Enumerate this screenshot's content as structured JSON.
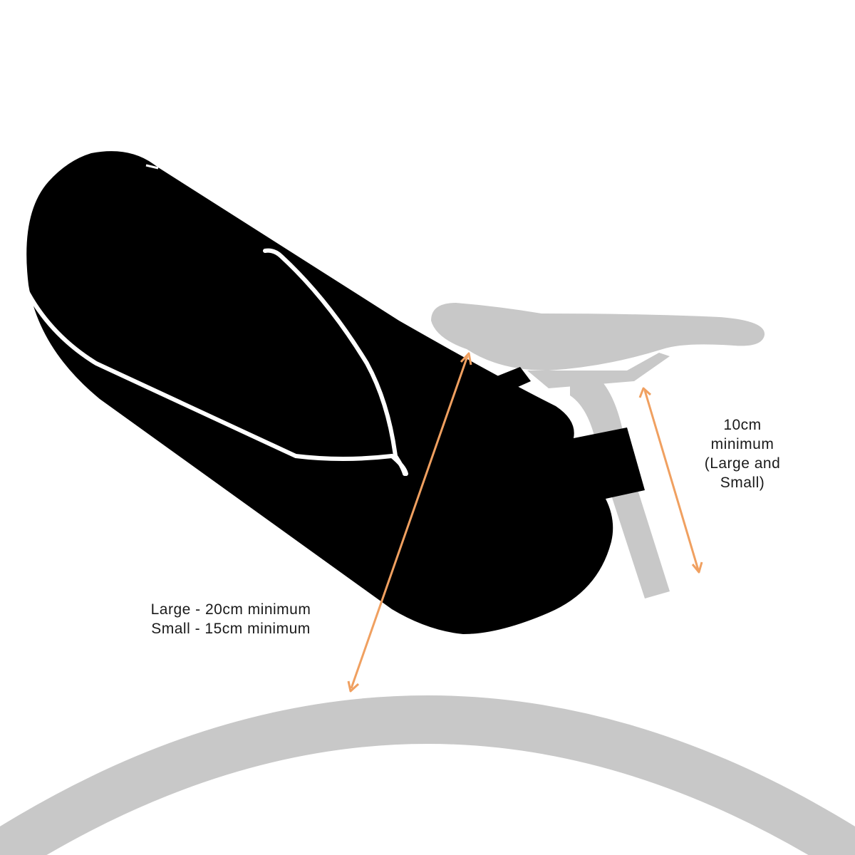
{
  "labels": {
    "seatpost_clearance": {
      "line1": "10cm",
      "line2": "minimum",
      "line3": "(Large and",
      "line4": "Small)"
    },
    "tyre_clearance": {
      "line1": "Large - 20cm minimum",
      "line2": "Small - 15cm minimum"
    }
  },
  "colors": {
    "background": "#ffffff",
    "bag": "#000000",
    "bag_trim": "#ffffff",
    "bike_parts": "#c8c8c8",
    "arrow": "#f0a060",
    "text": "#1a1a1a"
  }
}
